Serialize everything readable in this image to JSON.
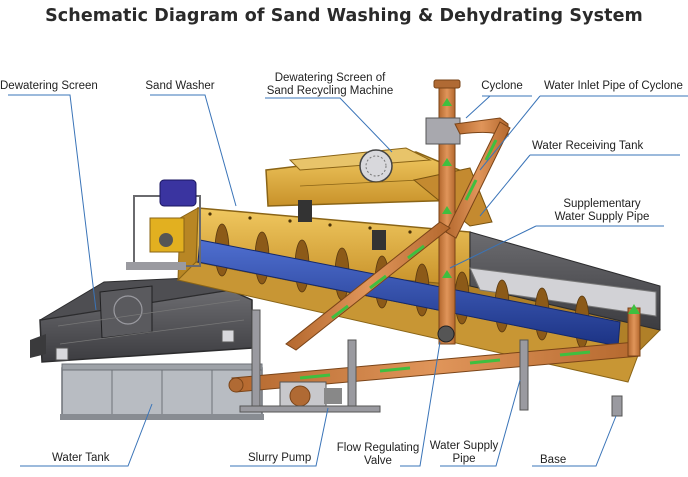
{
  "title": "Schematic Diagram of Sand Washing & Dehydrating System",
  "labels": {
    "dewatering_screen": "Dewatering Screen",
    "sand_washer": "Sand Washer",
    "dewatering_screen_recycling_line1": "Dewatering Screen of",
    "dewatering_screen_recycling_line2": "Sand Recycling Machine",
    "cyclone": "Cyclone",
    "water_inlet_pipe_cyclone": "Water Inlet Pipe of Cyclone",
    "water_receiving_tank": "Water Receiving Tank",
    "supplementary_line1": "Supplementary",
    "supplementary_line2": "Water Supply Pipe",
    "water_tank": "Water Tank",
    "slurry_pump": "Slurry Pump",
    "flow_valve_line1": "Flow Regulating",
    "flow_valve_line2": "Valve",
    "water_supply_pipe_line1": "Water Supply",
    "water_supply_pipe_line2": "Pipe",
    "base": "Base"
  },
  "colors": {
    "frame_gold": "#d9a93a",
    "frame_dark": "#8a6416",
    "screw_blue": "#2c49a8",
    "pipe_copper": "#c87a42",
    "flow_green": "#3fbf3f",
    "steel_grey": "#8c8c8c",
    "leader_blue": "#3a74b8"
  }
}
